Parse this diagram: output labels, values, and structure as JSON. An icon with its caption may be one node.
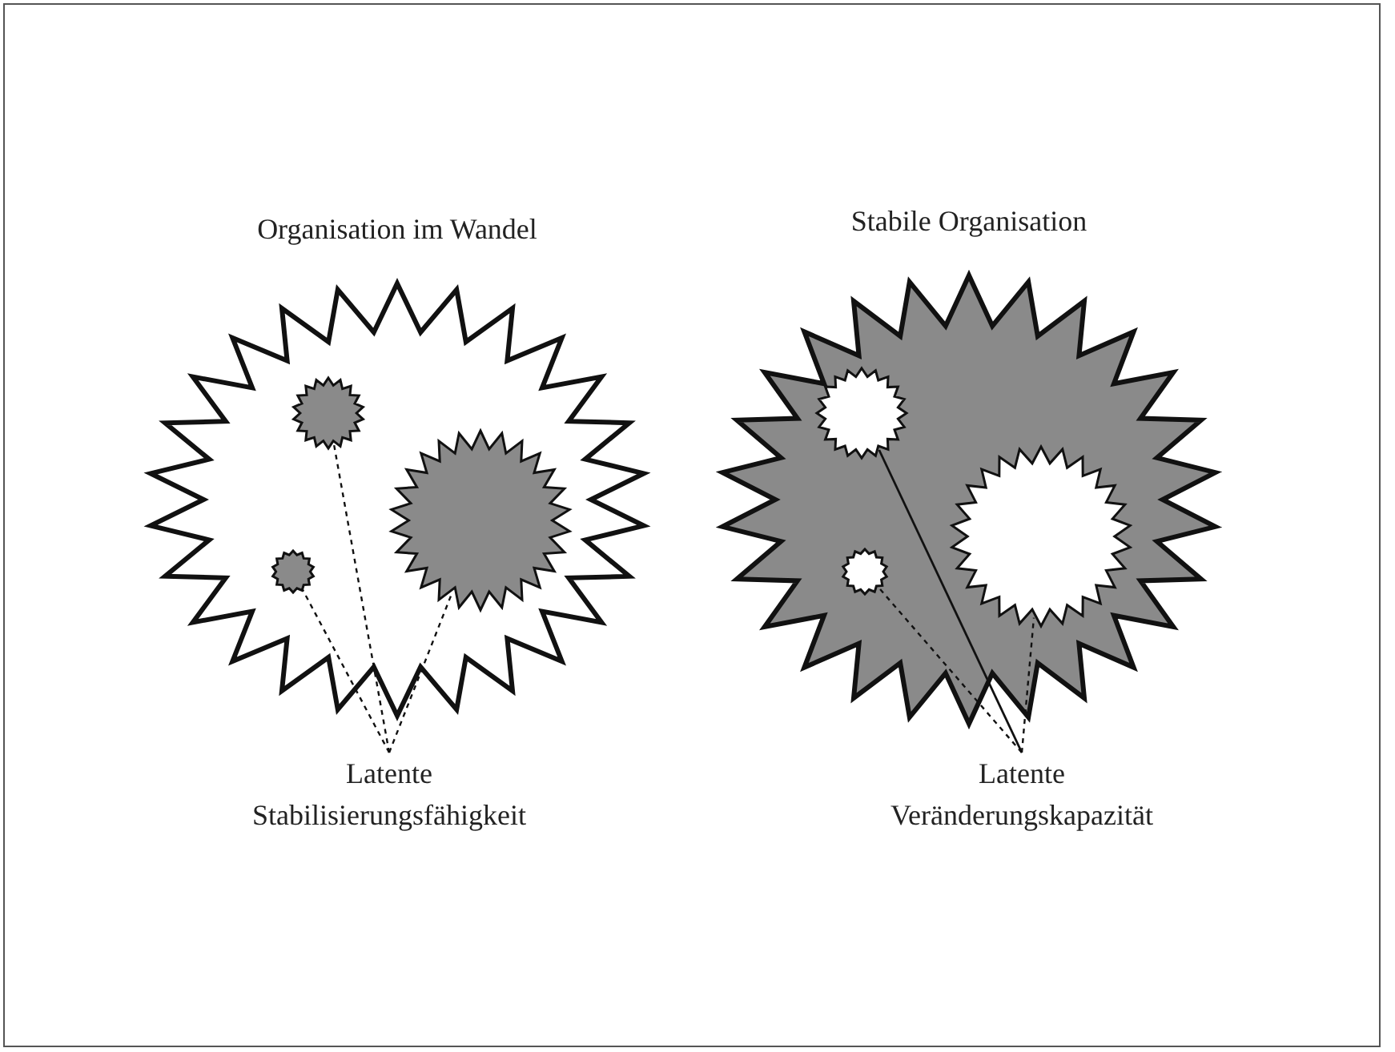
{
  "diagram": {
    "nodes": [
      {
        "text": [
          "Organisation im Wandel"
        ]
      },
      {
        "text": [],
        "shape": "star",
        "in": 0
      },
      {
        "text": [],
        "shape": "star",
        "in": 0
      },
      {
        "text": [],
        "shape": "star",
        "in": 0
      },
      {
        "text": [
          "Latente Stabilisierungsfähigkeit"
        ]
      },
      {
        "text": [
          "Stabile Organisation"
        ]
      },
      {
        "text": [],
        "shape": "star",
        "in": 5
      },
      {
        "text": [],
        "shape": "star",
        "in": 5
      },
      {
        "text": [],
        "shape": "star",
        "in": 5
      },
      {
        "text": [
          "Latente Veränderungskapazität"
        ]
      }
    ],
    "edges": [
      {
        "from": 4,
        "to": 1,
        "arrow": "none",
        "style": "dashed"
      },
      {
        "from": 4,
        "to": 2,
        "arrow": "none",
        "style": "dashed"
      },
      {
        "from": 4,
        "to": 3,
        "arrow": "none",
        "style": "dashed"
      },
      {
        "from": 9,
        "to": 6,
        "arrow": "none"
      },
      {
        "from": 9,
        "to": 7,
        "arrow": "none",
        "style": "dashed"
      },
      {
        "from": 9,
        "to": 8,
        "arrow": "none",
        "style": "dashed"
      }
    ]
  }
}
